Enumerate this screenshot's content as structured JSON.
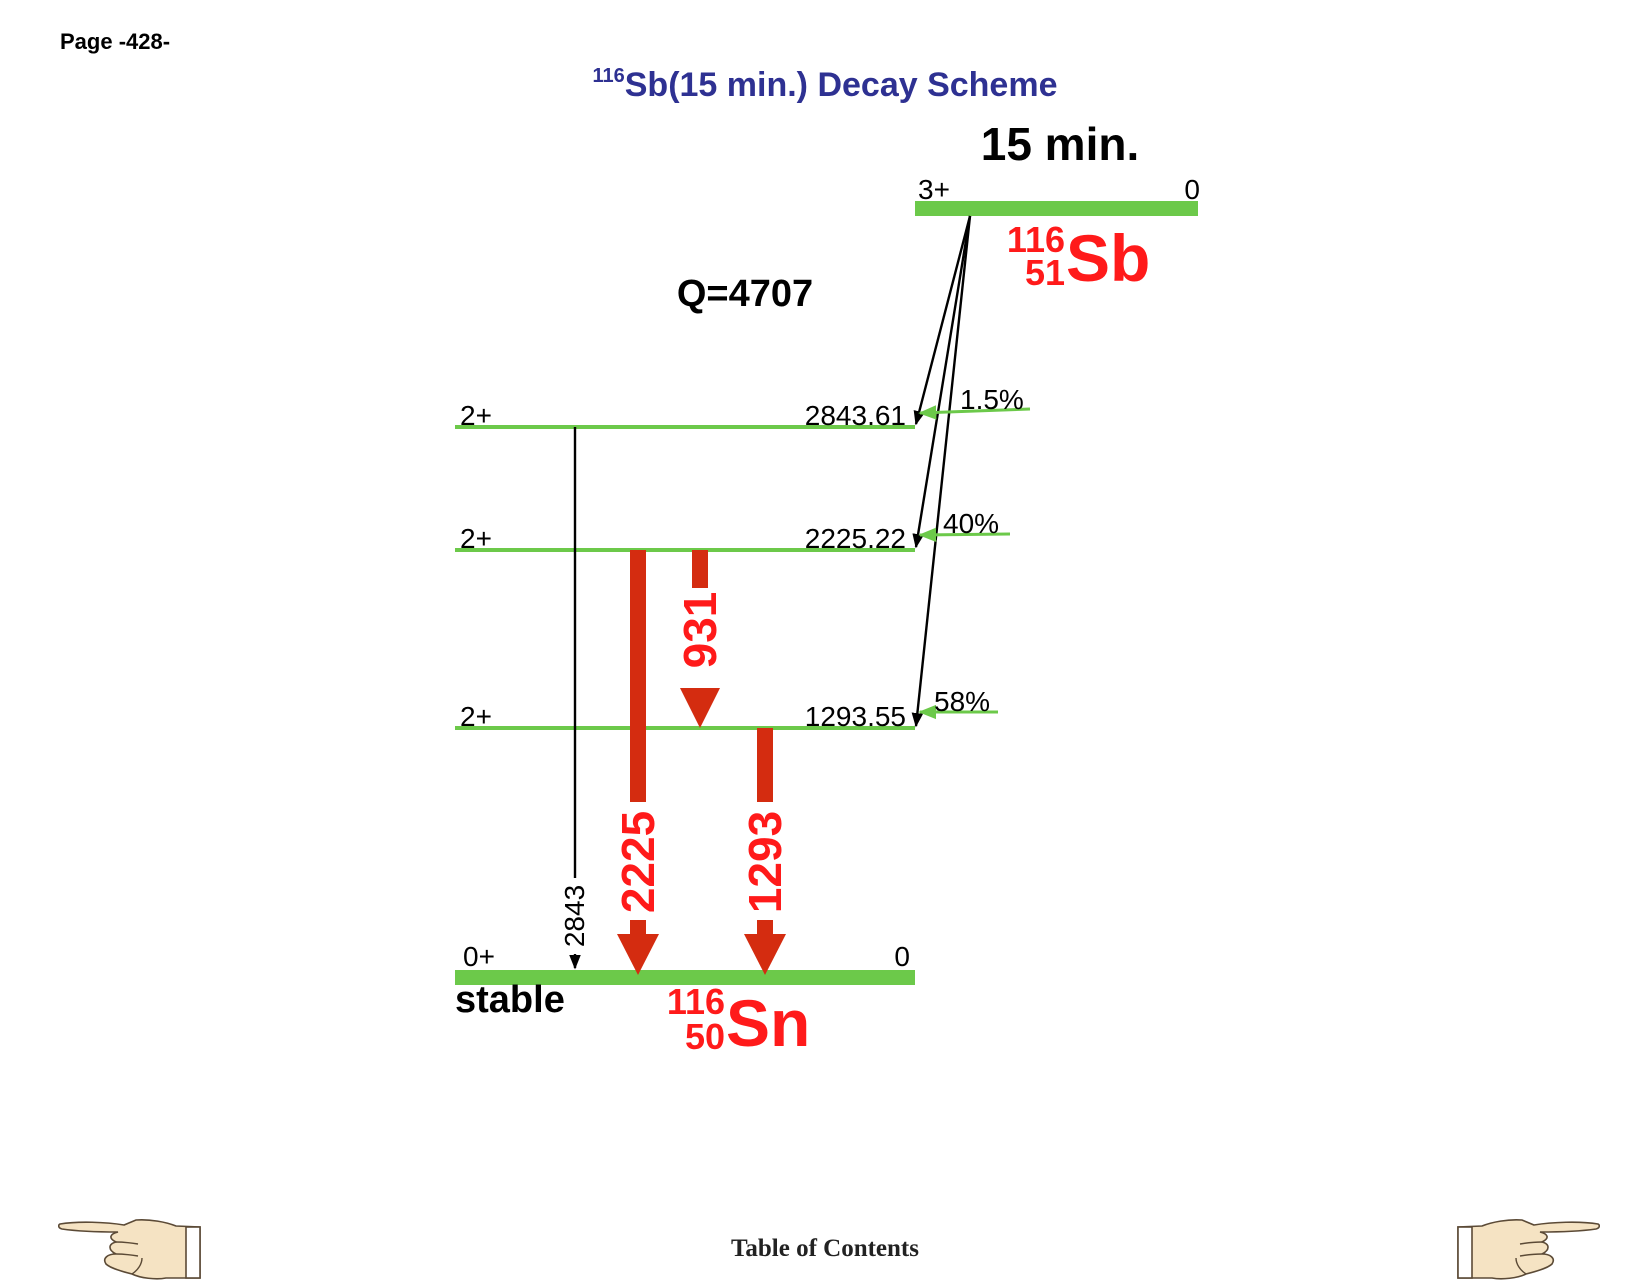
{
  "page_label": "Page -428-",
  "title": {
    "mass_number": "116",
    "text": "Sb(15 min.) Decay Scheme"
  },
  "colors": {
    "title": "#2e3192",
    "level_line": "#6cc94a",
    "gamma": "#d42c10",
    "nuclide": "#ff1a1a",
    "text": "#000000"
  },
  "parent": {
    "half_life": "15 min.",
    "spin": "3+",
    "energy": "0",
    "mass": "116",
    "atomic_number": "51",
    "symbol": "Sb"
  },
  "q_value": "Q=4707",
  "levels": [
    {
      "spin": "2+",
      "energy": "2843.61",
      "branch": "1.5%"
    },
    {
      "spin": "2+",
      "energy": "2225.22",
      "branch": "40%"
    },
    {
      "spin": "2+",
      "energy": "1293.55",
      "branch": "58%"
    }
  ],
  "ground": {
    "spin": "0+",
    "energy": "0",
    "status": "stable",
    "mass": "116",
    "atomic_number": "50",
    "symbol": "Sn"
  },
  "gammas": [
    {
      "label": "2843",
      "from": "2843.61",
      "to": "0",
      "strong": false
    },
    {
      "label": "2225",
      "from": "2225.22",
      "to": "0",
      "strong": true
    },
    {
      "label": "931",
      "from": "2225.22",
      "to": "1293.55",
      "strong": true
    },
    {
      "label": "1293",
      "from": "1293.55",
      "to": "0",
      "strong": true
    }
  ],
  "nav": {
    "toc_label": "Table of Contents",
    "prev_icon": "pointing-hand-left-icon",
    "next_icon": "pointing-hand-right-icon"
  }
}
